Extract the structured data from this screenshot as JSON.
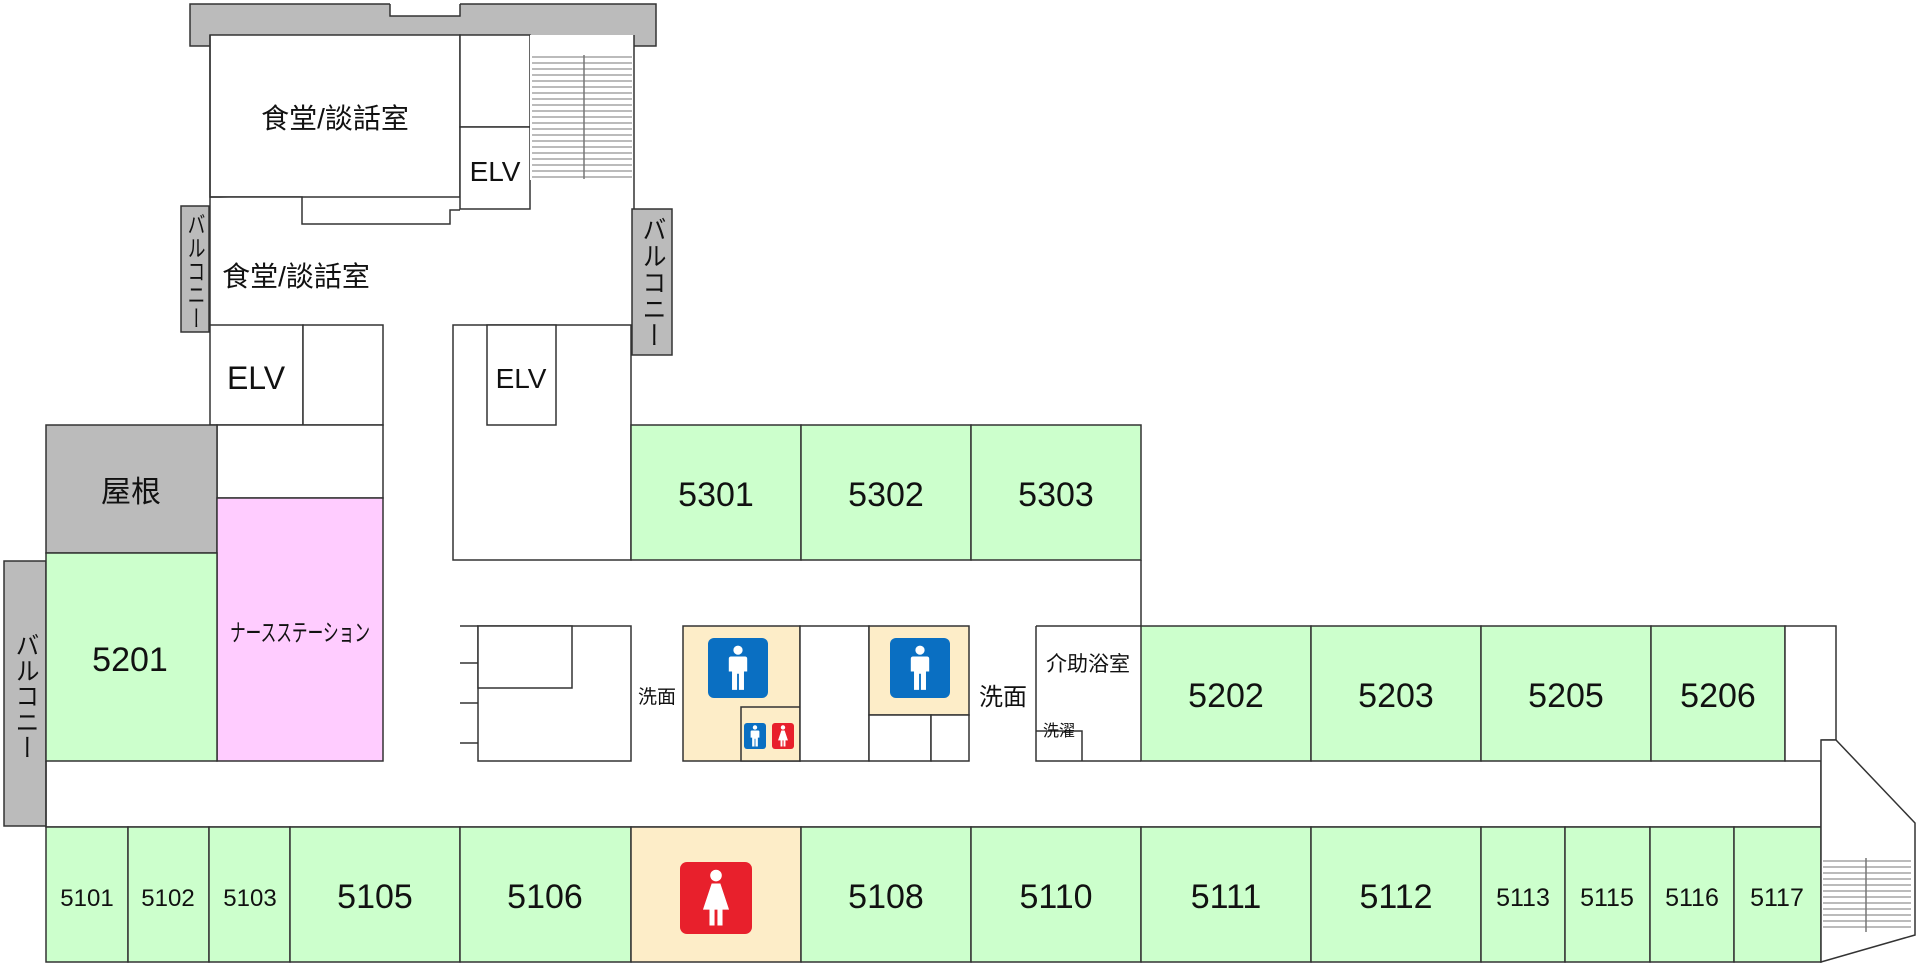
{
  "colors": {
    "room": "#ccffcc",
    "roof": "#bbbbbb",
    "nurse": "#ffccff",
    "toilet_bg": "#fdedc8",
    "male": "#0a6fc2",
    "female": "#e8202c",
    "wall": "#333333"
  },
  "labels": {
    "dining1": "食堂/談話室",
    "dining2": "食堂/談話室",
    "elv1": "ELV",
    "elv2": "ELV",
    "elv3": "ELV",
    "balcony": "バルコニー",
    "roof": "屋根",
    "nurse_station": "ナースステーション",
    "washroom1": "洗面",
    "washroom2": "洗面",
    "bath": "介助浴室",
    "laundry": "洗濯"
  },
  "rooms": {
    "r5301": "5301",
    "r5302": "5302",
    "r5303": "5303",
    "r5201": "5201",
    "r5202": "5202",
    "r5203": "5203",
    "r5205": "5205",
    "r5206": "5206",
    "r5101": "5101",
    "r5102": "5102",
    "r5103": "5103",
    "r5105": "5105",
    "r5106": "5106",
    "r5108": "5108",
    "r5110": "5110",
    "r5111": "5111",
    "r5112": "5112",
    "r5113": "5113",
    "r5115": "5115",
    "r5116": "5116",
    "r5117": "5117"
  },
  "icons": {
    "male_toilet": "male-toilet-icon",
    "female_toilet": "female-toilet-icon"
  }
}
